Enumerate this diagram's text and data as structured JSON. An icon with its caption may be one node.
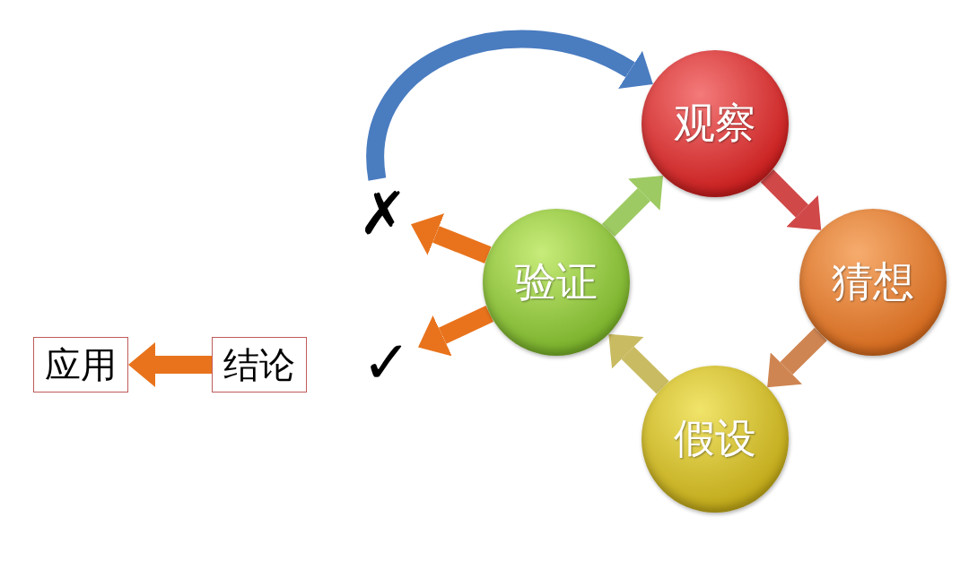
{
  "diagram": {
    "nodes": [
      {
        "text": [
          "观察"
        ]
      },
      {
        "text": [
          "猜想"
        ]
      },
      {
        "text": [
          "假设"
        ]
      },
      {
        "text": [
          "验证"
        ]
      },
      {
        "text": [
          "✗"
        ]
      },
      {
        "text": [
          "✓"
        ]
      },
      {
        "text": [
          "结论"
        ]
      },
      {
        "text": [
          "应用"
        ]
      }
    ],
    "edges": [
      {
        "from": 0,
        "to": 1,
        "arrow": "to",
        "color": "#d04848"
      },
      {
        "from": 1,
        "to": 2,
        "arrow": "to",
        "color": "#cf8552"
      },
      {
        "from": 2,
        "to": 3,
        "arrow": "to",
        "color": "#c9bb62"
      },
      {
        "from": 3,
        "to": 0,
        "arrow": "to",
        "color": "#9dca62"
      },
      {
        "from": 3,
        "to": 4,
        "arrow": "to",
        "color": "#e8731c"
      },
      {
        "from": 3,
        "to": 5,
        "arrow": "to",
        "color": "#e8731c"
      },
      {
        "from": 4,
        "to": 0,
        "arrow": "to",
        "color": "#4a7cc0"
      },
      {
        "from": 6,
        "to": 7,
        "arrow": "to",
        "color": "#e8731c"
      }
    ]
  }
}
